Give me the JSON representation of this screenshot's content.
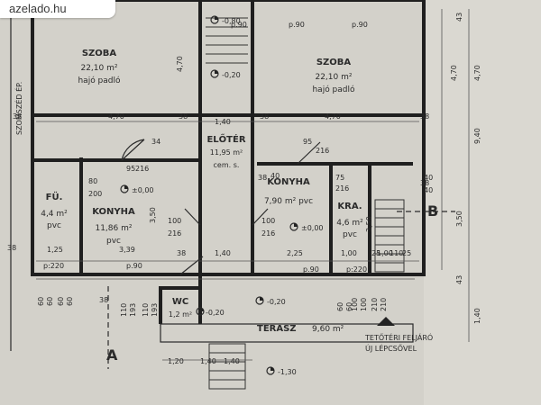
{
  "watermark": "azelado.hu",
  "rooms": [
    {
      "name": "SZOBA",
      "area": "22,10 m²",
      "floor": "hajó padló"
    },
    {
      "name": "SZOBA",
      "area": "22,10 m²",
      "floor": "hajó padló"
    },
    {
      "name": "ELŐTÉR",
      "area": "11,95 m²",
      "floor": "cem. s."
    },
    {
      "name": "KONYHA",
      "area": "7,90 m² pvc"
    },
    {
      "name": "FÜ.",
      "area": "4,4 m²",
      "floor": "pvc"
    },
    {
      "name": "KONYHA",
      "area": "11,86 m²",
      "floor": "pvc"
    },
    {
      "name": "KRA.",
      "area": "4,6 m²",
      "floor": "pvc"
    },
    {
      "name": "WC",
      "area": "1,2 m²"
    },
    {
      "name": "TERASZ",
      "area": "9,60 m²"
    }
  ],
  "side_label": "SZOMSZÉD ÉP.",
  "section_markers": [
    "A",
    "B"
  ],
  "stair_note": [
    "TETŐTÉRI FELJÁRÓ",
    "ÚJ LÉPCSŐVEL"
  ],
  "levels": [
    "-0,80",
    "-0,20",
    "±0,00",
    "±0,00",
    "-0,20",
    "-0,20",
    "-1,30"
  ],
  "dimensions": [
    "4,70",
    "4,70",
    "4,70",
    "4,70",
    "38",
    "38",
    "38",
    "38",
    "38",
    "38",
    "38",
    "38",
    "38",
    "1,40",
    "1,40",
    "1,40",
    "1,25",
    "3,39",
    "2,25",
    "1,00",
    "1,00",
    "3,50",
    "3,50",
    "3,50",
    "p.90",
    "p.90",
    "p.90",
    "p.90",
    "p.90",
    "p:220",
    "p:220",
    "95",
    "216",
    "95",
    "216",
    "75",
    "216",
    "80",
    "200",
    "100",
    "216",
    "100",
    "216",
    "9,40",
    "4,70",
    "40",
    "40",
    "43",
    "43",
    "1,40",
    "25",
    "110",
    "25",
    "110",
    "193",
    "110",
    "193",
    "60",
    "60",
    "60",
    "60",
    "100",
    "100",
    "210",
    "210",
    "60",
    "60",
    "1,20",
    "1,40",
    "40",
    "34"
  ]
}
